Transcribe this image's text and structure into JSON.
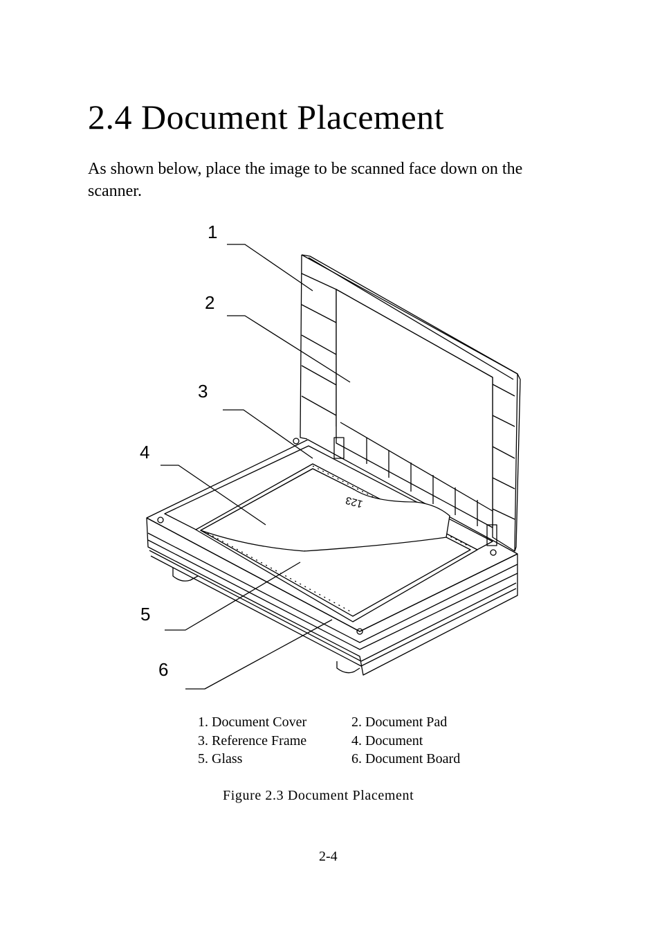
{
  "page": {
    "title": "2.4 Document Placement",
    "intro": "As shown below, place the image to be scanned face down on the scanner.",
    "figure": {
      "callouts": [
        "1",
        "2",
        "3",
        "4",
        "5",
        "6"
      ],
      "document_text": "123"
    },
    "legend": [
      [
        "1. Document Cover",
        "2. Document Pad"
      ],
      [
        "3. Reference Frame",
        "4. Document"
      ],
      [
        "5. Glass",
        "6. Document Board"
      ]
    ],
    "caption": "Figure 2.3 Document Placement",
    "page_number": "2-4"
  }
}
